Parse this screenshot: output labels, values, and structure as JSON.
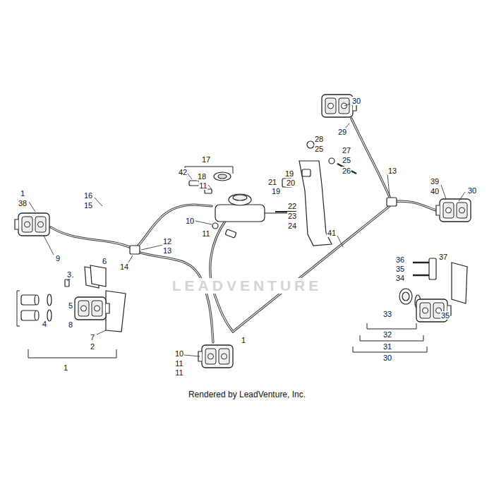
{
  "diagram": {
    "caption": "Rendered by LeadVenture, Inc.",
    "labels": [
      "30",
      "29",
      "17",
      "28",
      "25",
      "27",
      "25",
      "26",
      "13",
      "39",
      "40",
      "30",
      "42",
      "18",
      "11",
      "19",
      "21",
      "20",
      "19",
      "22",
      "23",
      "24",
      "1",
      "38",
      "16",
      "15",
      "10",
      "11",
      "41",
      "12",
      "13",
      "14",
      "9",
      "6",
      "36",
      "35",
      "34",
      "37",
      "3",
      "5",
      "4",
      "8",
      "7",
      "2",
      "1",
      "35",
      "33",
      "32",
      "31",
      "30",
      "1",
      "10",
      "11",
      "11",
      "LEADVENTURE"
    ]
  }
}
